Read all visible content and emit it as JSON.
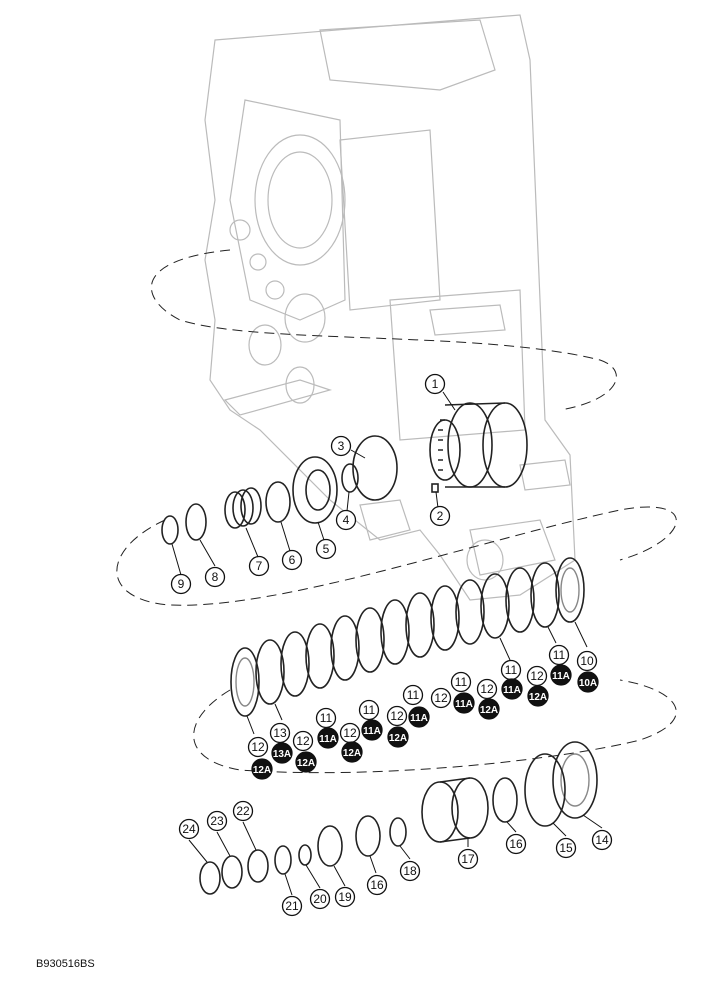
{
  "figure_id": "B930516BS",
  "callouts": [
    {
      "label": "1"
    },
    {
      "label": "2"
    },
    {
      "label": "3"
    },
    {
      "label": "4"
    },
    {
      "label": "5"
    },
    {
      "label": "6"
    },
    {
      "label": "7"
    },
    {
      "label": "8"
    },
    {
      "label": "9"
    },
    {
      "label": "10"
    },
    {
      "label": "10A"
    },
    {
      "label": "11"
    },
    {
      "label": "11A"
    },
    {
      "label": "12"
    },
    {
      "label": "12A"
    },
    {
      "label": "13"
    },
    {
      "label": "13A"
    },
    {
      "label": "14"
    },
    {
      "label": "15"
    },
    {
      "label": "16"
    },
    {
      "label": "17"
    },
    {
      "label": "18"
    },
    {
      "label": "19"
    },
    {
      "label": "20"
    },
    {
      "label": "21"
    },
    {
      "label": "22"
    },
    {
      "label": "23"
    },
    {
      "label": "24"
    }
  ]
}
